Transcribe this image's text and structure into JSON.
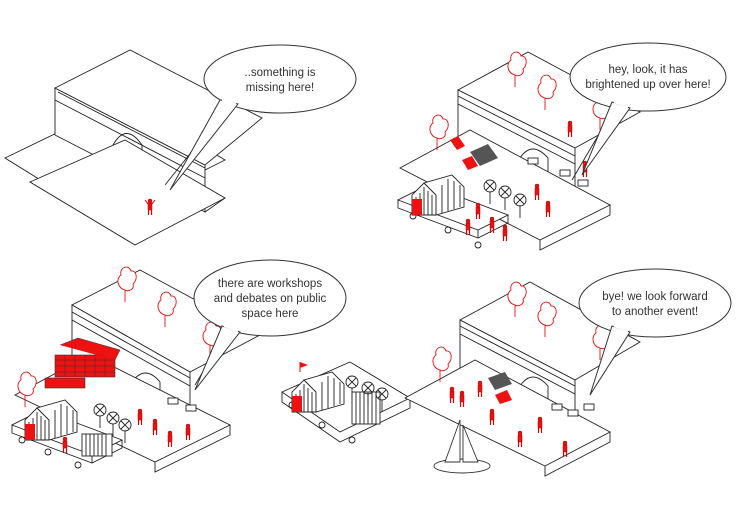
{
  "colors": {
    "accent": "#e11111",
    "line": "#222222"
  },
  "panels": [
    {
      "id": "panel-1",
      "bubble_lines": [
        "..something is",
        "missing here!"
      ]
    },
    {
      "id": "panel-2",
      "bubble_lines": [
        "hey, look, it has",
        "brightened up over here!"
      ]
    },
    {
      "id": "panel-3",
      "bubble_lines": [
        "there are workshops",
        "and debates on public",
        "space here"
      ]
    },
    {
      "id": "panel-4",
      "bubble_lines": [
        "bye! we look forward",
        "to another event!"
      ]
    }
  ]
}
